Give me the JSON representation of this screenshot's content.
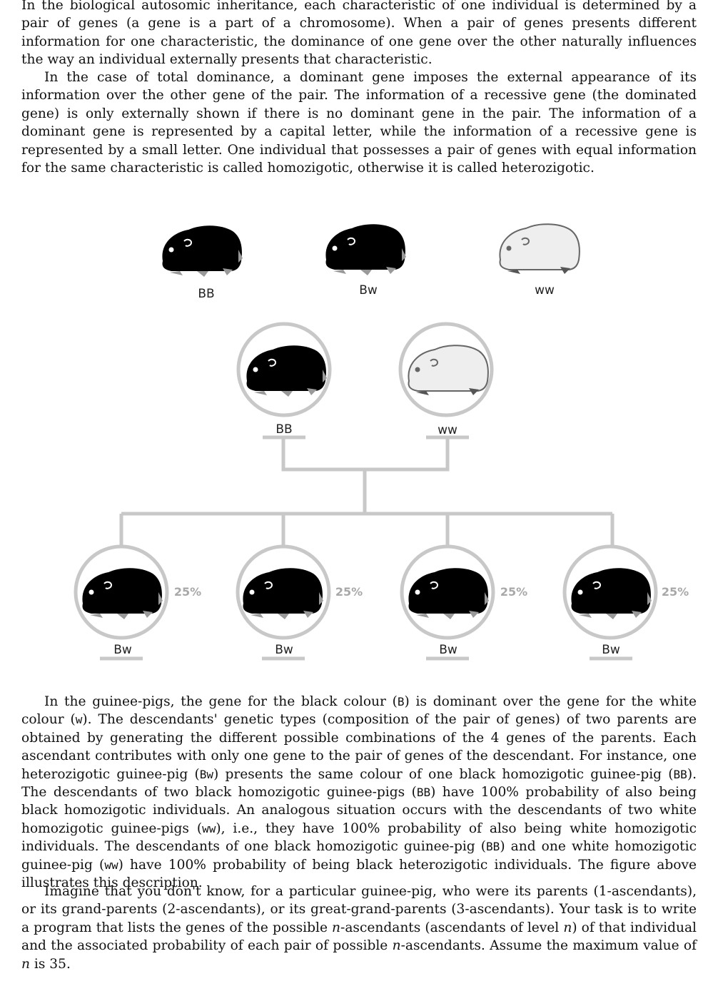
{
  "intro": {
    "p1": "In the biological autosomic inheritance, each characteristic of one individual is determined by a pair of genes (a gene is a part of a chromosome). When a pair of genes presents different information for one characteristic, the dominance of one gene over the other naturally influences the way an individual externally presents that characteristic.",
    "p2": "In the case of total dominance, a dominant gene imposes the external appearance of its information over the other gene of the pair. The information of a recessive gene (the dominated gene) is only externally shown if there is no dominant gene in the pair. The information of a dominant gene is represented by a capital letter, while the information of a recessive gene is represented by a small letter. One individual that possesses a pair of genes with equal information for the same characteristic is called homozigotic, otherwise it is called heterozigotic."
  },
  "figure": {
    "legend": [
      {
        "genes": "BB",
        "color": "black"
      },
      {
        "genes": "Bw",
        "color": "black"
      },
      {
        "genes": "ww",
        "color": "white"
      }
    ],
    "parents": [
      {
        "genes": "BB",
        "color": "black"
      },
      {
        "genes": "ww",
        "color": "white"
      }
    ],
    "children": [
      {
        "genes": "Bw",
        "percent": "25%",
        "color": "black"
      },
      {
        "genes": "Bw",
        "percent": "25%",
        "color": "black"
      },
      {
        "genes": "Bw",
        "percent": "25%",
        "color": "black"
      },
      {
        "genes": "Bw",
        "percent": "25%",
        "color": "black"
      }
    ]
  },
  "body": {
    "p3": [
      {
        "t": "In the guinee-pigs, the gene for the black colour ("
      },
      {
        "c": "B"
      },
      {
        "t": ") is dominant over the gene for the white colour ("
      },
      {
        "c": "w"
      },
      {
        "t": "). The descendants' genetic types (composition of the pair of genes) of two parents are obtained by generating the different possible combinations of the 4 genes of the parents. Each ascendant contributes with only one gene to the pair of genes of the descendant. For instance, one heterozigotic guinee-pig ("
      },
      {
        "c": "Bw"
      },
      {
        "t": ") presents the same colour of one black homozigotic guinee-pig ("
      },
      {
        "c": "BB"
      },
      {
        "t": "). The descendants of two black homozigotic guinee-pigs ("
      },
      {
        "c": "BB"
      },
      {
        "t": ") have 100% probability of also being black homozigotic individuals. An analogous situation occurs with the descendants of two white homozigotic guinee-pigs ("
      },
      {
        "c": "ww"
      },
      {
        "t": "), i.e., they have 100% probability of also being white homozigotic individuals. The descendants of one black homozigotic guinee-pig ("
      },
      {
        "c": "BB"
      },
      {
        "t": ") and one white homozigotic guinee-pig ("
      },
      {
        "c": "ww"
      },
      {
        "t": ") have 100% probability of being black heterozigotic individuals. The figure above illustrates this description."
      }
    ],
    "p4": [
      {
        "t": "Imagine that you don't know, for a particular guinee-pig, who were its parents (1-ascendants), or its grand-parents (2-ascendants), or its great-grand-parents (3-ascendants). Your task is to write a program that lists the genes of the possible "
      },
      {
        "i": "n"
      },
      {
        "t": "-ascendants (ascendants of level "
      },
      {
        "i": "n"
      },
      {
        "t": ") of that individual and the associated probability of each pair of possible "
      },
      {
        "i": "n"
      },
      {
        "t": "-ascendants. Assume the maximum value of "
      },
      {
        "i": "n"
      },
      {
        "t": " is 35."
      }
    ]
  }
}
